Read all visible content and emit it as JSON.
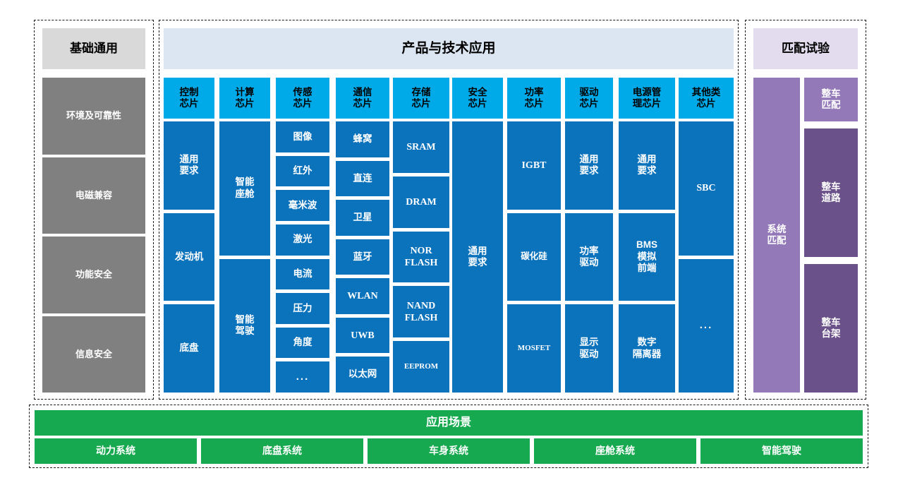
{
  "basic": {
    "title": "基础通用",
    "items": [
      {
        "label": "环境及可靠性"
      },
      {
        "label": "电磁兼容"
      },
      {
        "label": "功能安全"
      },
      {
        "label": "信息安全"
      }
    ]
  },
  "products": {
    "title": "产品与技术应用",
    "columns": [
      {
        "header": "控制\n芯片",
        "header_lines": [
          "控制",
          "芯片"
        ],
        "items": [
          {
            "label": "通用\n要求",
            "lines": [
              "通用",
              "要求"
            ],
            "style": "cn"
          },
          {
            "label": "发动机",
            "lines": [
              "发动机"
            ],
            "style": "cn"
          },
          {
            "label": "底盘",
            "lines": [
              "底盘"
            ],
            "style": "cn"
          }
        ]
      },
      {
        "header": "计算\n芯片",
        "header_lines": [
          "计算",
          "芯片"
        ],
        "items": [
          {
            "label": "智能\n座舱",
            "lines": [
              "智能",
              "座舱"
            ],
            "style": "cn"
          },
          {
            "label": "智能\n驾驶",
            "lines": [
              "智能",
              "驾驶"
            ],
            "style": "cn"
          }
        ]
      },
      {
        "header": "传感\n芯片",
        "header_lines": [
          "传感",
          "芯片"
        ],
        "items": [
          {
            "label": "图像",
            "lines": [
              "图像"
            ],
            "style": "cn"
          },
          {
            "label": "红外",
            "lines": [
              "红外"
            ],
            "style": "cn"
          },
          {
            "label": "毫米波",
            "lines": [
              "毫米波"
            ],
            "style": "cn"
          },
          {
            "label": "激光",
            "lines": [
              "激光"
            ],
            "style": "cn"
          },
          {
            "label": "电流",
            "lines": [
              "电流"
            ],
            "style": "cn"
          },
          {
            "label": "压力",
            "lines": [
              "压力"
            ],
            "style": "cn"
          },
          {
            "label": "角度",
            "lines": [
              "角度"
            ],
            "style": "cn"
          },
          {
            "label": "...",
            "lines": [
              "..."
            ],
            "style": "dots"
          }
        ]
      },
      {
        "header": "通信\n芯片",
        "header_lines": [
          "通信",
          "芯片"
        ],
        "items": [
          {
            "label": "蜂窝",
            "lines": [
              "蜂窝"
            ],
            "style": "cn"
          },
          {
            "label": "直连",
            "lines": [
              "直连"
            ],
            "style": "cn"
          },
          {
            "label": "卫星",
            "lines": [
              "卫星"
            ],
            "style": "cn"
          },
          {
            "label": "蓝牙",
            "lines": [
              "蓝牙"
            ],
            "style": "cn"
          },
          {
            "label": "WLAN",
            "lines": [
              "WLAN"
            ],
            "style": "en"
          },
          {
            "label": "UWB",
            "lines": [
              "UWB"
            ],
            "style": "en"
          },
          {
            "label": "以太网",
            "lines": [
              "以太网"
            ],
            "style": "cn"
          }
        ]
      },
      {
        "header": "存储\n芯片",
        "header_lines": [
          "存储",
          "芯片"
        ],
        "items": [
          {
            "label": "SRAM",
            "lines": [
              "SRAM"
            ],
            "style": "en"
          },
          {
            "label": "DRAM",
            "lines": [
              "DRAM"
            ],
            "style": "en"
          },
          {
            "label": "NOR FLASH",
            "lines": [
              "NOR",
              "FLASH"
            ],
            "style": "en"
          },
          {
            "label": "NAND FLASH",
            "lines": [
              "NAND",
              "FLASH"
            ],
            "style": "en"
          },
          {
            "label": "EEPROM",
            "lines": [
              "EEPROM"
            ],
            "style": "en-sm"
          }
        ]
      },
      {
        "header": "安全\n芯片",
        "header_lines": [
          "安全",
          "芯片"
        ],
        "items": [
          {
            "label": "通用\n要求",
            "lines": [
              "通用",
              "要求"
            ],
            "style": "cn"
          }
        ]
      },
      {
        "header": "功率\n芯片",
        "header_lines": [
          "功率",
          "芯片"
        ],
        "items": [
          {
            "label": "IGBT",
            "lines": [
              "IGBT"
            ],
            "style": "en"
          },
          {
            "label": "碳化硅",
            "lines": [
              "碳化硅"
            ],
            "style": "cn-sm"
          },
          {
            "label": "MOSFET",
            "lines": [
              "MOSFET"
            ],
            "style": "en-sm"
          }
        ]
      },
      {
        "header": "驱动\n芯片",
        "header_lines": [
          "驱动",
          "芯片"
        ],
        "items": [
          {
            "label": "通用\n要求",
            "lines": [
              "通用",
              "要求"
            ],
            "style": "cn"
          },
          {
            "label": "功率\n驱动",
            "lines": [
              "功率",
              "驱动"
            ],
            "style": "cn"
          },
          {
            "label": "显示\n驱动",
            "lines": [
              "显示",
              "驱动"
            ],
            "style": "cn"
          }
        ]
      },
      {
        "header": "电源管\n理芯片",
        "header_lines": [
          "电源管",
          "理芯片"
        ],
        "items": [
          {
            "label": "通用\n要求",
            "lines": [
              "通用",
              "要求"
            ],
            "style": "cn"
          },
          {
            "label": "BMS\n模拟\n前端",
            "lines": [
              "BMS",
              "模拟",
              "前端"
            ],
            "style": "cn"
          },
          {
            "label": "数字\n隔离器",
            "lines": [
              "数字",
              "隔离器"
            ],
            "style": "cn"
          }
        ]
      },
      {
        "header": "其他类\n芯片",
        "header_lines": [
          "其他类",
          "芯片"
        ],
        "items": [
          {
            "label": "SBC",
            "lines": [
              "SBC"
            ],
            "style": "en"
          },
          {
            "label": "...",
            "lines": [
              "..."
            ],
            "style": "dots"
          }
        ]
      }
    ]
  },
  "match": {
    "title": "匹配试验",
    "system": {
      "label": "系统\n匹配",
      "lines": [
        "系统",
        "匹配"
      ]
    },
    "items": [
      {
        "label": "整车\n匹配",
        "lines": [
          "整车",
          "匹配"
        ]
      },
      {
        "label": "整车\n道路",
        "lines": [
          "整车",
          "道路"
        ]
      },
      {
        "label": "整车\n台架",
        "lines": [
          "整车",
          "台架"
        ]
      }
    ]
  },
  "scene": {
    "title": "应用场景",
    "items": [
      {
        "label": "动力系统"
      },
      {
        "label": "底盘系统"
      },
      {
        "label": "车身系统"
      },
      {
        "label": "座舱系统"
      },
      {
        "label": "智能驾驶"
      }
    ]
  },
  "colors": {
    "chip_header": "#00a9e8",
    "chip_body": "#0b72bc",
    "basic_title": "#d9d9d9",
    "basic_item": "#808080",
    "products_title": "#dce6f2",
    "match_title": "#e2dcee",
    "match_light": "#9479b8",
    "match_dark": "#6a5189",
    "scene": "#16a94f"
  }
}
